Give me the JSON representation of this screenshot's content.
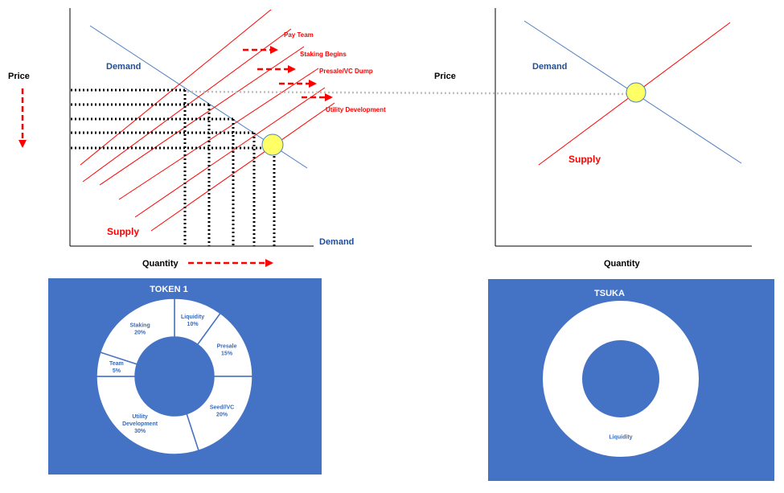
{
  "left_chart": {
    "price_label": "Price",
    "quantity_label": "Quantity",
    "demand_label_top": "Demand",
    "demand_label_bottom": "Demand",
    "supply_label": "Supply",
    "shift_labels": [
      "Pay Team",
      "Staking Begins",
      "Presale/VC Dump",
      "Utility Development"
    ]
  },
  "right_chart": {
    "price_label": "Price",
    "quantity_label": "Quantity",
    "demand_label": "Demand",
    "supply_label": "Supply"
  },
  "colors": {
    "demand": "#4f81bd",
    "supply": "#ff0000",
    "equilibrium": "#ffff66",
    "panel": "#4472c4"
  },
  "chart_data": [
    {
      "type": "pie",
      "title": "TOKEN 1",
      "donut": true,
      "slices": [
        {
          "label": "Liquidity",
          "value": 10,
          "display": "10%"
        },
        {
          "label": "Presale",
          "value": 15,
          "display": "15%"
        },
        {
          "label": "Seed//VC",
          "value": 20,
          "display": "20%"
        },
        {
          "label": "Utility Development",
          "value": 30,
          "display": "30%"
        },
        {
          "label": "Team",
          "value": 5,
          "display": "5%"
        },
        {
          "label": "Staking",
          "value": 20,
          "display": "20%"
        }
      ]
    },
    {
      "type": "pie",
      "title": "TSUKA",
      "donut": true,
      "slices": [
        {
          "label": "Liquidity",
          "value": 100
        }
      ]
    }
  ]
}
